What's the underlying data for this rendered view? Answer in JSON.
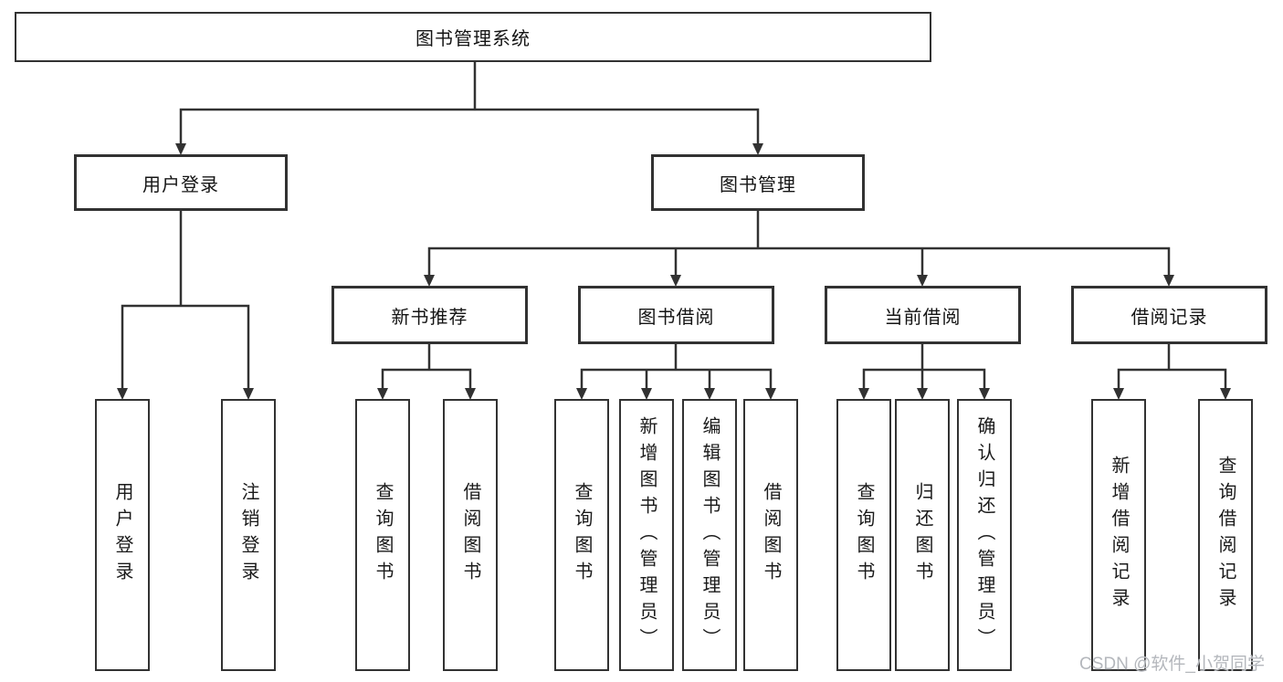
{
  "diagram": {
    "root": {
      "label": "图书管理系统"
    },
    "branches": [
      {
        "label": "用户登录",
        "children": [
          {
            "label": "用户登录"
          },
          {
            "label": "注销登录"
          }
        ]
      },
      {
        "label": "图书管理",
        "children": [
          {
            "label": "新书推荐",
            "children": [
              {
                "label": "查询图书"
              },
              {
                "label": "借阅图书"
              }
            ]
          },
          {
            "label": "图书借阅",
            "children": [
              {
                "label": "查询图书"
              },
              {
                "label": "新增图书（管理员）"
              },
              {
                "label": "编辑图书（管理员）"
              },
              {
                "label": "借阅图书"
              }
            ]
          },
          {
            "label": "当前借阅",
            "children": [
              {
                "label": "查询图书"
              },
              {
                "label": "归还图书"
              },
              {
                "label": "确认归还（管理员）"
              }
            ]
          },
          {
            "label": "借阅记录",
            "children": [
              {
                "label": "新增借阅记录"
              },
              {
                "label": "查询借阅记录"
              }
            ]
          }
        ]
      }
    ],
    "watermark": "CSDN @软件_小贺同学",
    "colors": {
      "line": "#323232",
      "box_border": "#323232",
      "text": "#141414",
      "watermark": "#b4b7bc",
      "background": "#ffffff"
    }
  }
}
